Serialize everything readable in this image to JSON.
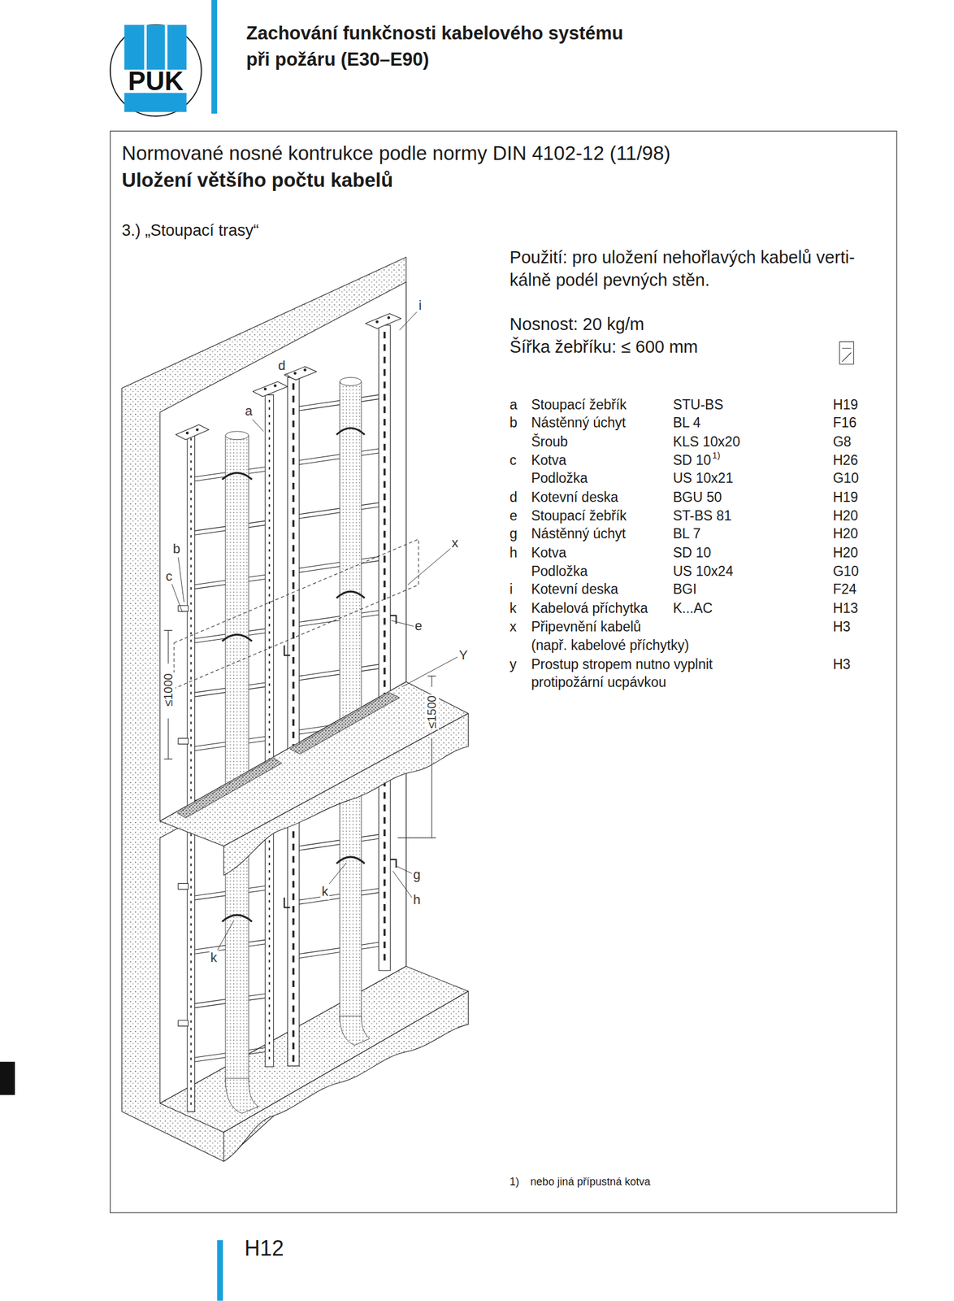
{
  "diagram": {
    "title": "Zachování funkčnosti kabelového systému při požáru (E30–E90)",
    "nodes": [
      {
        "text": [
          "PUK"
        ]
      }
    ],
    "labels": [
      "Normované nosné kontrukce podle normy DIN 4102-12 (11/98)",
      "Uložení většího počtu kabelů",
      "3.) „Stoupací trasy“",
      "Použití: pro uložení nehořlavých kabelů verti-",
      "kálně podél pevných stěn.",
      "Nosnost: 20 kg/m",
      "Šířka žebříku: ≤ 600 mm",
      "a",
      "Stoupací žebřík",
      "STU-BS",
      "H19",
      "b",
      "Nástěnný úchyt",
      "BL 4",
      "F16",
      "Šroub",
      "KLS 10x20",
      "G8",
      "c",
      "Kotva",
      "SD 10",
      "1)",
      "H26",
      "Podložka",
      "US 10x21",
      "G10",
      "d",
      "Kotevní deska",
      "BGU 50",
      "H19",
      "e",
      "Stoupací žebřík",
      "ST-BS 81",
      "H20",
      "g",
      "Nástěnný úchyt",
      "BL 7",
      "H20",
      "h",
      "Kotva",
      "SD 10",
      "H20",
      "Podložka",
      "US 10x24",
      "G10",
      "i",
      "Kotevní deska",
      "BGI",
      "F24",
      "k",
      "Kabelová příchytka",
      "K...AC",
      "H13",
      "x",
      "Připevnění kabelů",
      "H3",
      "(např. kabelové příchytky)",
      "y",
      "Prostup stropem nutno vyplnit",
      "H3",
      "protipožární ucpávkou",
      "1)",
      "nebo jiná přípustná kotva",
      "H12",
      "i",
      "d",
      "a",
      "b",
      "c",
      "x",
      "e",
      "Y",
      "≤1000",
      "≤1500",
      "g",
      "h",
      "k",
      "k"
    ]
  }
}
